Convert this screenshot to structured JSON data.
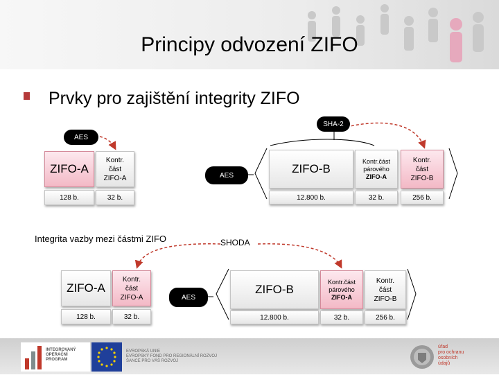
{
  "title": "Principy odvození ZIFO",
  "bullet": "Prvky pro zajištění integrity ZIFO",
  "section1": {
    "sha_label": "SHA-2",
    "aes_top": "AES",
    "aes_mid": "AES",
    "zifo_a": "ZIFO-A",
    "kontr_a": [
      "Kontr.",
      "část",
      "ZIFO-A"
    ],
    "zifo_b": "ZIFO-B",
    "kontr_par": [
      "Kontr.část",
      "párového",
      "ZIFO-A"
    ],
    "kontr_b": [
      "Kontr.",
      "část",
      "ZIFO-B"
    ],
    "sizes": [
      "128 b.",
      "32 b.",
      "12.800 b.",
      "32 b.",
      "256 b."
    ]
  },
  "integrity_label": "Integrita vazby mezi částmi ZIFO",
  "section2": {
    "shoda_label": "SHODA",
    "aes": "AES",
    "zifo_a": "ZIFO-A",
    "kontr_a": [
      "Kontr.",
      "část",
      "ZIFO-A"
    ],
    "zifo_b": "ZIFO-B",
    "kontr_par": [
      "Kontr.část",
      "párového",
      "ZIFO-A"
    ],
    "kontr_b": [
      "Kontr.",
      "část",
      "ZIFO-B"
    ],
    "sizes": [
      "128 b.",
      "32 b.",
      "12.800 b.",
      "32 b.",
      "256 b."
    ]
  },
  "footer": {
    "logo1": [
      "INTEGROVANÝ",
      "OPERAČNÍ",
      "PROGRAM"
    ],
    "eu_text": [
      "EVROPSKÁ UNIE",
      "EVROPSKÝ FOND PRO REGIONÁLNÍ ROZVOJ",
      "ŠANCE PRO VÁŠ ROZVOJ"
    ],
    "office": [
      "úřad",
      "pro ochranu",
      "osobních",
      "údajů"
    ]
  },
  "colors": {
    "bullet": "#b53a3a",
    "arrow": "#c0392b",
    "pink_top": "#fde8ee",
    "pink_bottom": "#f3b9c6"
  }
}
